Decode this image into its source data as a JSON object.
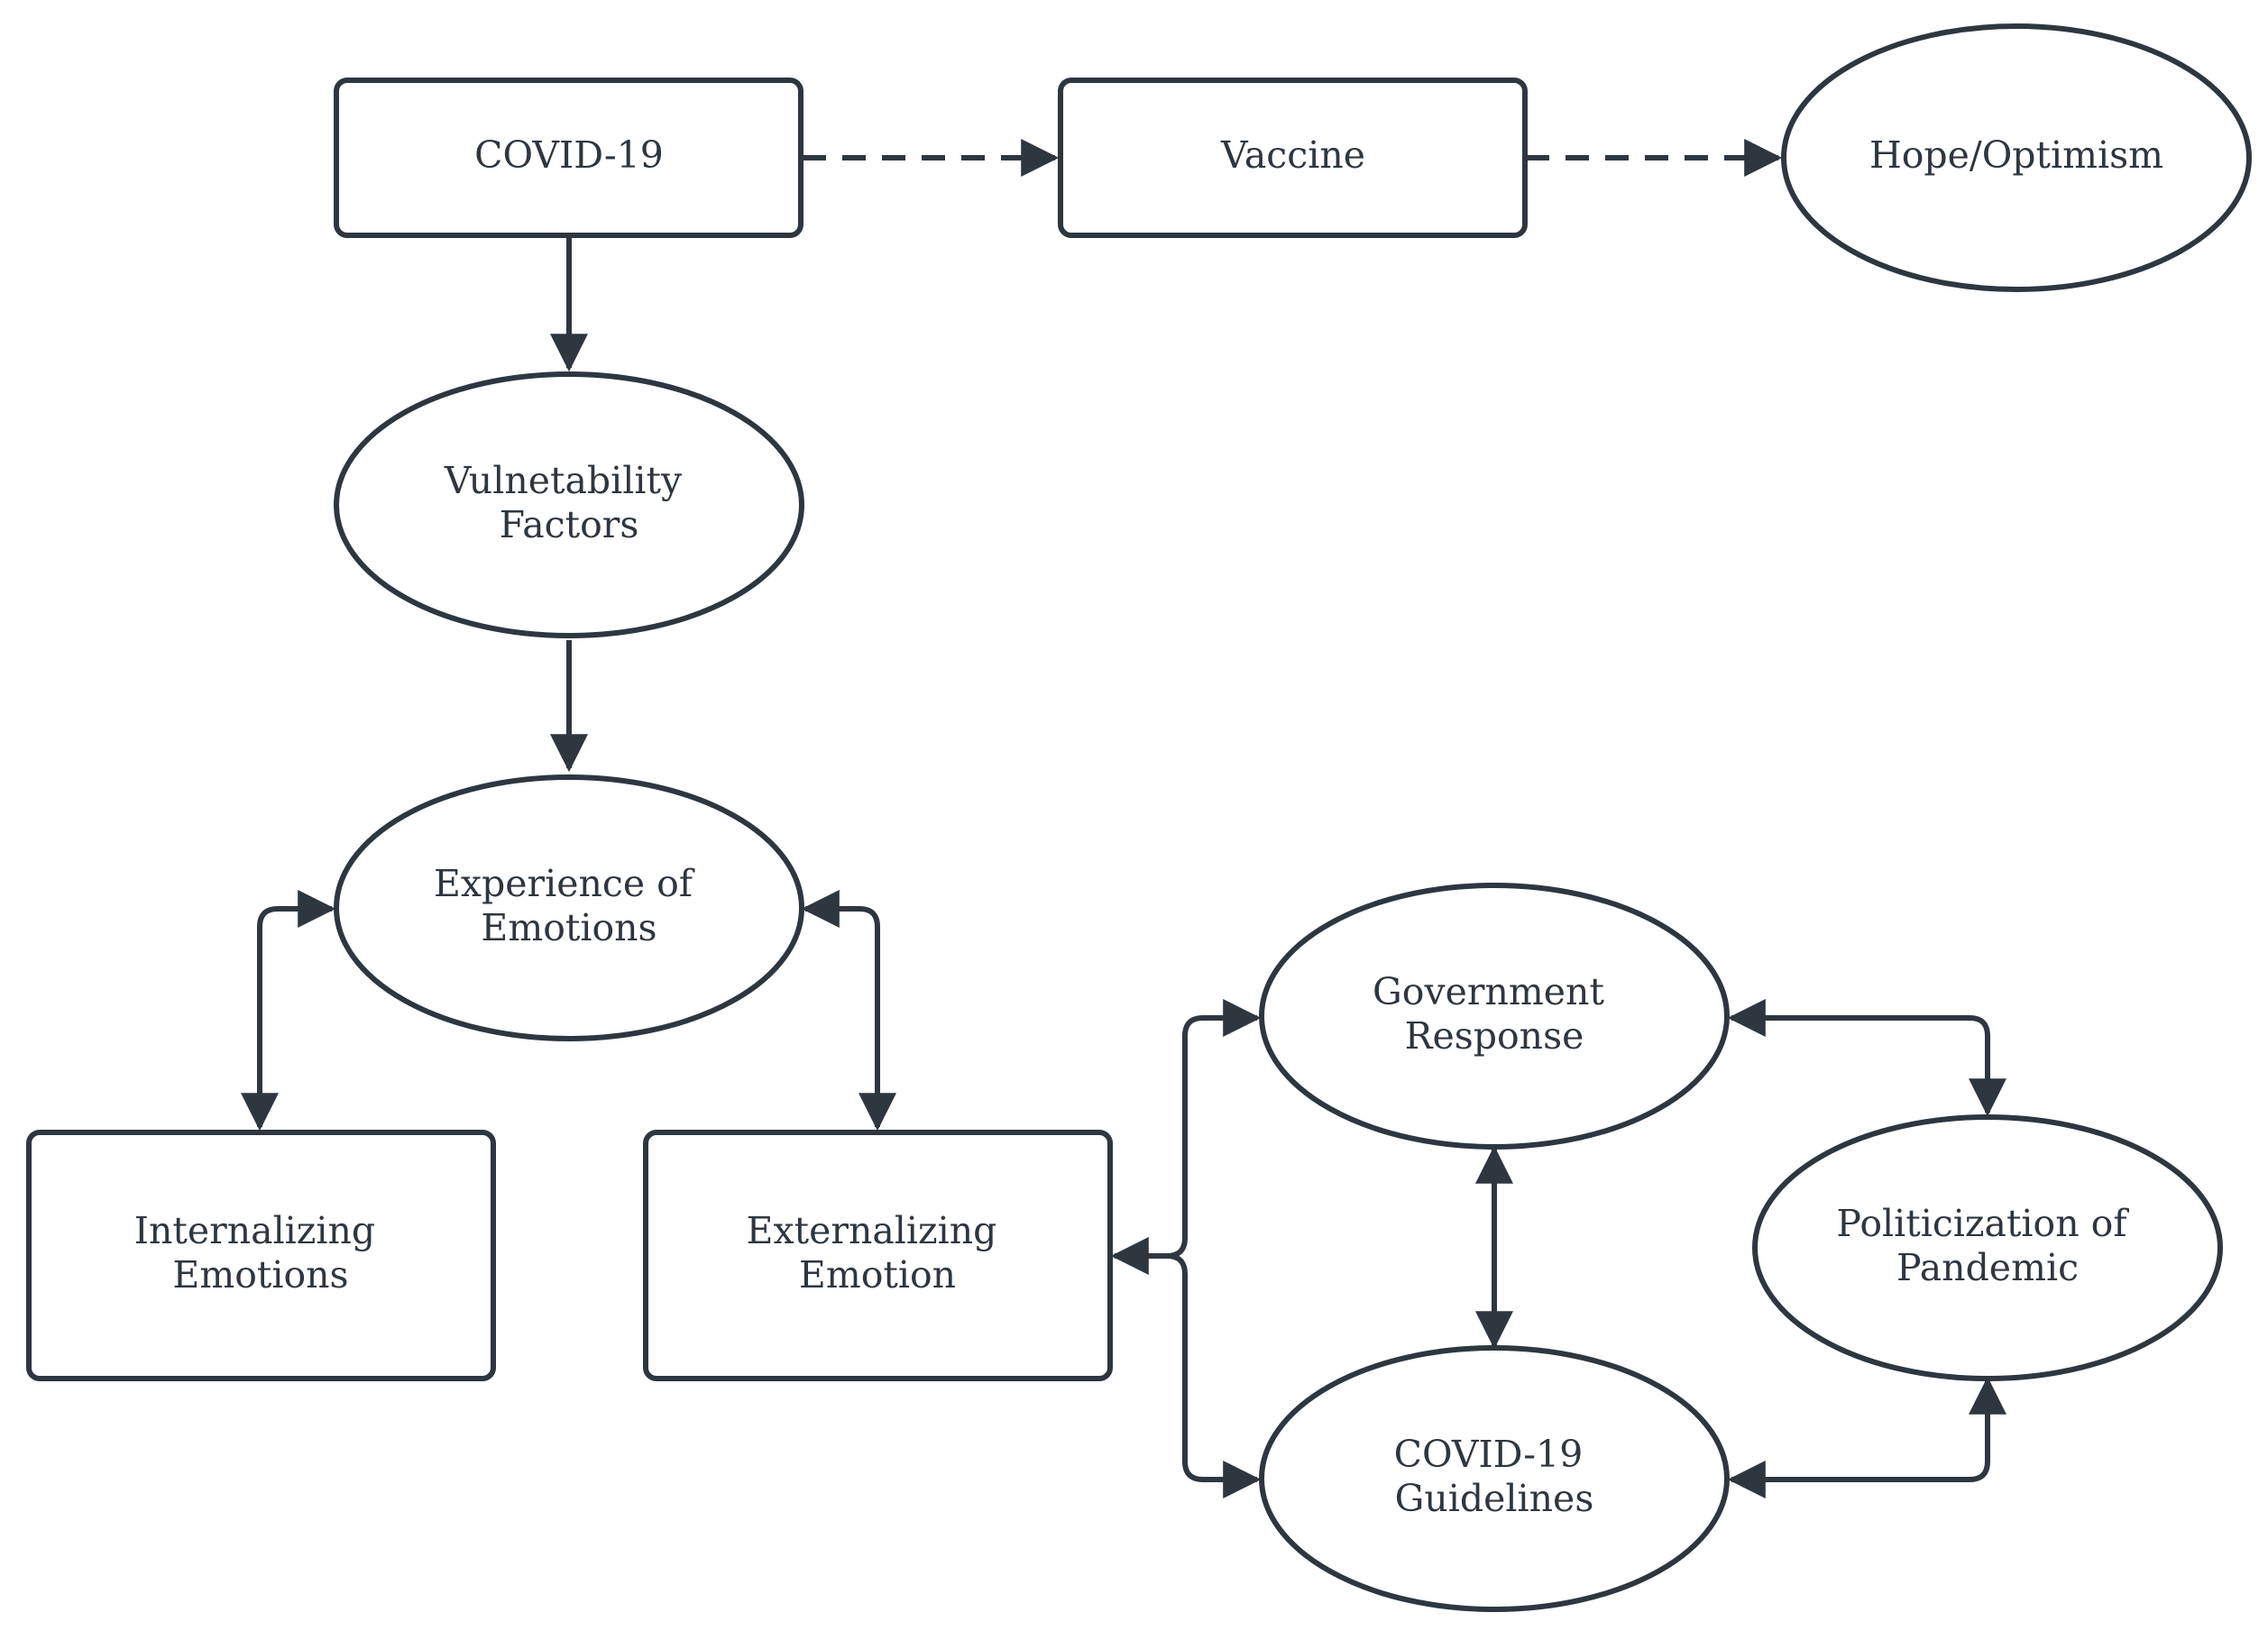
{
  "nodes": {
    "covid19": {
      "lines": [
        "COVID-19"
      ]
    },
    "vaccine": {
      "lines": [
        "Vaccine"
      ]
    },
    "hope": {
      "lines": [
        "Hope/Optimism"
      ]
    },
    "vulnerability": {
      "lines": [
        "Vulnetability",
        "Factors"
      ]
    },
    "experience": {
      "lines": [
        "Experience of",
        "Emotions"
      ]
    },
    "internalizing": {
      "lines": [
        "Internalizing",
        "Emotions"
      ]
    },
    "externalizing": {
      "lines": [
        "Externalizing",
        "Emotion"
      ]
    },
    "government": {
      "lines": [
        "Government",
        "Response"
      ]
    },
    "politicization": {
      "lines": [
        "Politicization of",
        "Pandemic"
      ]
    },
    "guidelines": {
      "lines": [
        "COVID-19",
        "Guidelines"
      ]
    }
  },
  "edges": [
    {
      "from": "covid19",
      "to": "vaccine",
      "style": "dashed",
      "direction": "forward"
    },
    {
      "from": "vaccine",
      "to": "hope",
      "style": "dashed",
      "direction": "forward"
    },
    {
      "from": "covid19",
      "to": "vulnerability",
      "style": "solid",
      "direction": "forward"
    },
    {
      "from": "vulnerability",
      "to": "experience",
      "style": "solid",
      "direction": "forward"
    },
    {
      "from": "experience",
      "to": "internalizing",
      "style": "solid",
      "direction": "both"
    },
    {
      "from": "experience",
      "to": "externalizing",
      "style": "solid",
      "direction": "both"
    },
    {
      "from": "government",
      "to": "externalizing",
      "style": "solid",
      "direction": "both"
    },
    {
      "from": "guidelines",
      "to": "externalizing",
      "style": "solid",
      "direction": "both"
    },
    {
      "from": "government",
      "to": "guidelines",
      "style": "solid",
      "direction": "both"
    },
    {
      "from": "government",
      "to": "politicization",
      "style": "solid",
      "direction": "both"
    },
    {
      "from": "guidelines",
      "to": "politicization",
      "style": "solid",
      "direction": "both"
    }
  ],
  "colors": {
    "stroke": "#2e3640",
    "text": "#2e3640",
    "background": "#ffffff"
  }
}
